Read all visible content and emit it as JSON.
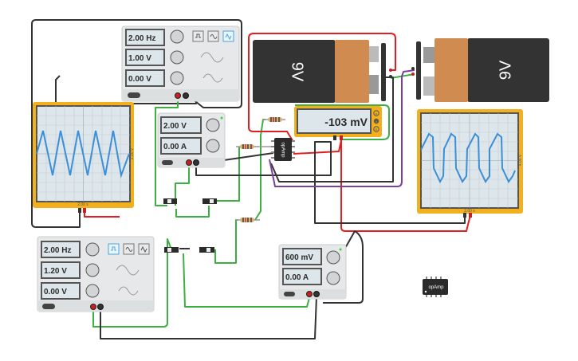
{
  "function_generator_1": {
    "frequency": "2.00 Hz",
    "amplitude": "1.00 V",
    "offset": "0.00 V",
    "selected_wave": "triangle"
  },
  "function_generator_2": {
    "frequency": "2.00 Hz",
    "amplitude": "1.20 V",
    "offset": "0.00 V",
    "selected_wave": "square"
  },
  "power_supply_1": {
    "voltage": "2.00 V",
    "current": "0.00 A"
  },
  "power_supply_2": {
    "voltage": "600 mV",
    "current": "0.00 A"
  },
  "multimeter": {
    "reading": "-103 mV",
    "modes": [
      "A",
      "V",
      "R"
    ],
    "selected_mode": "V"
  },
  "oscilloscope_left": {
    "volts_div": "2.00 V",
    "time_div": "2.00 s"
  },
  "oscilloscope_right": {
    "volts_div": "4.00 V",
    "time_div": "2.00 s"
  },
  "battery_1": {
    "label": "9V"
  },
  "battery_2": {
    "label": "9V"
  },
  "opamp_chip": {
    "label": "opAmp"
  },
  "opamp_placed": {
    "label": "opAmp"
  },
  "colors": {
    "accent_orange": "#f2b01e",
    "trace_blue": "#3b8fd9",
    "wire_red": "#e02020",
    "wire_green": "#3cb043",
    "wire_black": "#333333",
    "wire_purple": "#7b3fa0"
  }
}
